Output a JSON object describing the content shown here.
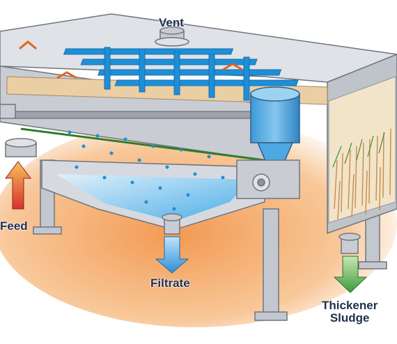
{
  "labels": {
    "vent": "Vent",
    "feed": "Feed",
    "filtrate": "Filtrate",
    "thickener_line1": "Thickener",
    "thickener_line2": "Sludge"
  },
  "colors": {
    "steel": "#c9ccd3",
    "steel_dark": "#8e939c",
    "spray_blue": "#1d8fd6",
    "water_blue": "#7cc6f0",
    "floor_orange": "#f3a15e",
    "feed_arrow": "#d9302a",
    "filtrate_arrow": "#3aa0e0",
    "sludge_arrow": "#3f9b3a",
    "belt_tan": "#e9cfa3"
  }
}
